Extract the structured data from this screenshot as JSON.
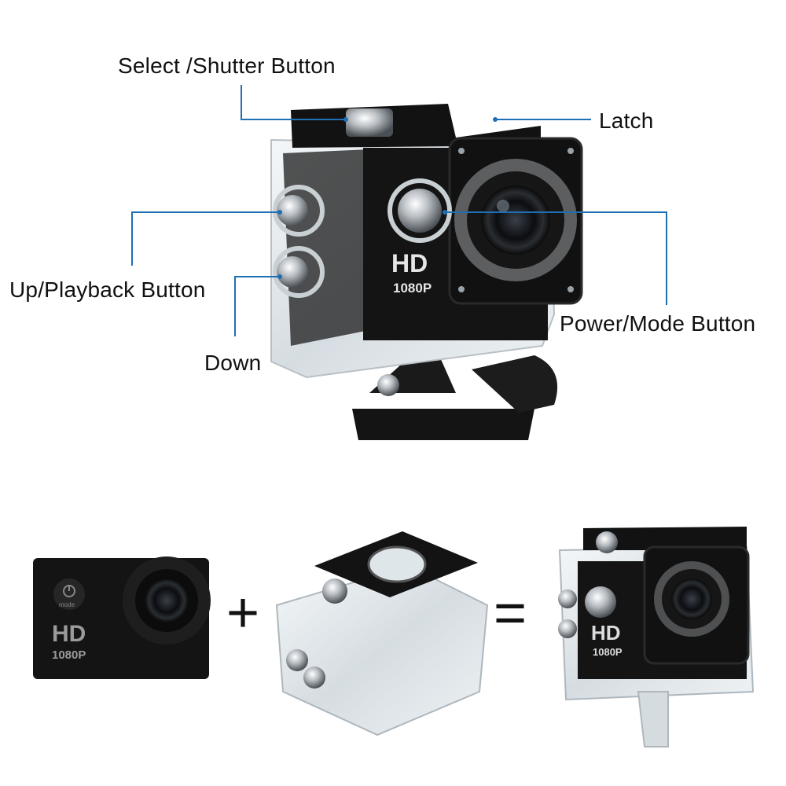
{
  "callouts": {
    "shutter": "Select /Shutter Button",
    "latch": "Latch",
    "up": "Up/Playback Button",
    "power": "Power/Mode Button",
    "down": "Down"
  },
  "camera_badge": {
    "hd": "HD",
    "resolution": "1080P",
    "mode": "mode"
  },
  "equation": {
    "plus": "+",
    "equals": "="
  },
  "colors": {
    "leader_line": "#1f6fb5",
    "camera_body": "#151515",
    "housing": "#dfe6ea"
  }
}
